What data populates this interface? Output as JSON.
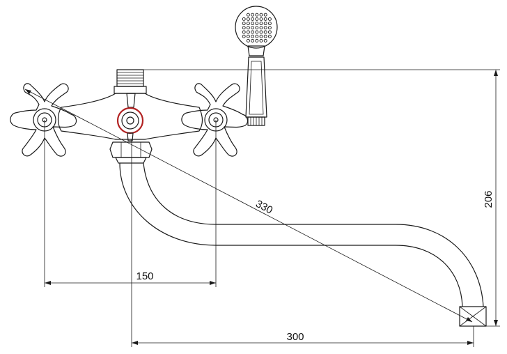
{
  "dimensions": {
    "handle_spacing": "150",
    "spout_reach": "300",
    "diagonal_length": "330",
    "height": "206"
  },
  "colors": {
    "line": "#1a1a1a",
    "diverter_ring": "#b22222",
    "background": "#ffffff"
  },
  "parts": [
    "shower-head-icon",
    "shower-handle-icon",
    "faucet-body-icon",
    "cross-handle-left-icon",
    "cross-handle-right-icon",
    "diverter-knob-icon",
    "swivel-spout-icon",
    "spout-outlet-icon"
  ]
}
